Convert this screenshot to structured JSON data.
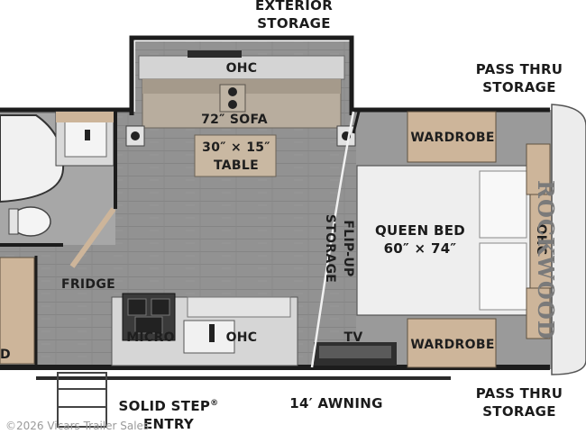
{
  "labels": {
    "exterior_storage_1": "EXTERIOR",
    "exterior_storage_2": "STORAGE",
    "pass_thru_top_1": "PASS THRU",
    "pass_thru_top_2": "STORAGE",
    "pass_thru_bottom_1": "PASS THRU",
    "pass_thru_bottom_2": "STORAGE",
    "ohc_slide": "OHC",
    "sofa": "72″ SOFA",
    "table_1": "30″ × 15″",
    "table_2": "TABLE",
    "wardrobe_top": "WARDROBE",
    "wardrobe_bottom": "WARDROBE",
    "flip_up_storage_1": "FLIP-UP",
    "flip_up_storage_2": "STORAGE",
    "queen_bed_1": "QUEEN BED",
    "queen_bed_2": "60″ × 74″",
    "ohc_front": "OHC",
    "fridge": "FRIDGE",
    "micro": "MICRO",
    "ohc_kitchen": "OHC",
    "tv": "TV",
    "solid_step_1": "SOLID STEP",
    "solid_step_reg": "®",
    "solid_step_2": "ENTRY",
    "awning": "14′ AWNING",
    "partial_d": "D",
    "brand": "ROCKWOOD",
    "copyright": "©2026 Vicars Trailer Sales"
  },
  "colors": {
    "floor": "#8f8f8f",
    "wall": "#1c1c1c",
    "wood": "#cdb59a",
    "cushion": "#b3a89a",
    "counter": "#d6d6d6",
    "bedding": "#ececec",
    "outline": "#2a2a2a"
  }
}
